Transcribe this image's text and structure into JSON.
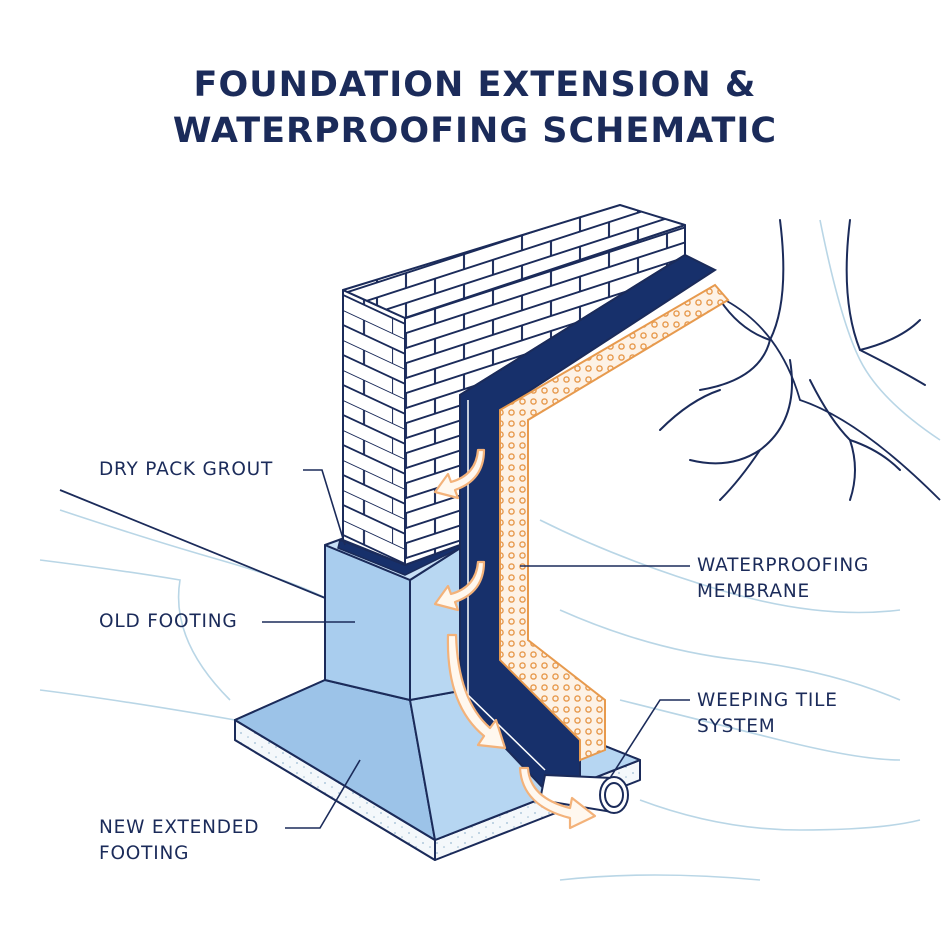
{
  "title": {
    "line1": "FOUNDATION EXTENSION &",
    "line2": "WATERPROOFING SCHEMATIC"
  },
  "labels": {
    "dry_pack_grout": "DRY PACK GROUT",
    "old_footing": "OLD FOOTING",
    "new_footing_1": "NEW EXTENDED",
    "new_footing_2": "FOOTING",
    "membrane_1": "WATERPROOFING",
    "membrane_2": "MEMBRANE",
    "weeping_1": "WEEPING TILE",
    "weeping_2": "SYSTEM"
  },
  "colors": {
    "navy": "#1b2b5a",
    "membrane": "#17306b",
    "footing": "#a9cdee",
    "arrow": "#f3b27a",
    "soil": "#b9d6e6"
  }
}
